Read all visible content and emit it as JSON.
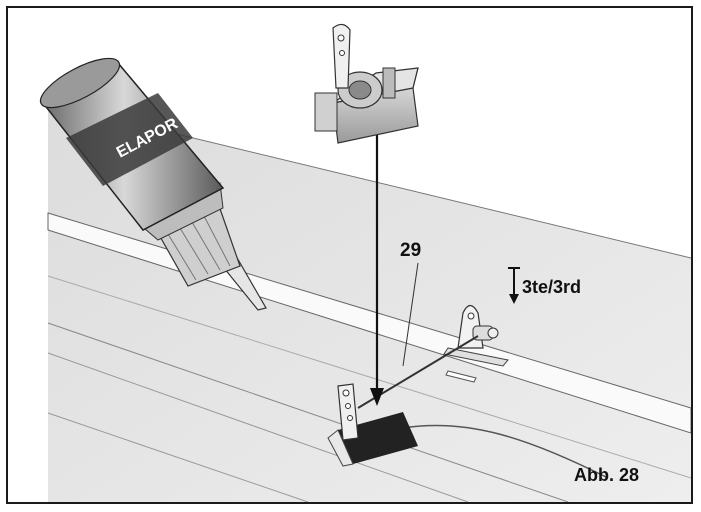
{
  "figure": {
    "pushrod_number": "29",
    "layer_label": "3te/3rd",
    "figure_label": "Abb. 28",
    "glue_bottle_brand": "ELAPOR"
  },
  "icons": {
    "layer_arrow": "down-arrow-icon",
    "insertion_arrow": "down-arrow-icon"
  },
  "colors": {
    "frame": "#1a1a1a",
    "wing_surface": "#e6e6e6",
    "wing_light": "#f4f4f4",
    "servo_body": "#bdbdbd",
    "bottle_dark": "#4a4a4a",
    "hatch": "#222222"
  }
}
